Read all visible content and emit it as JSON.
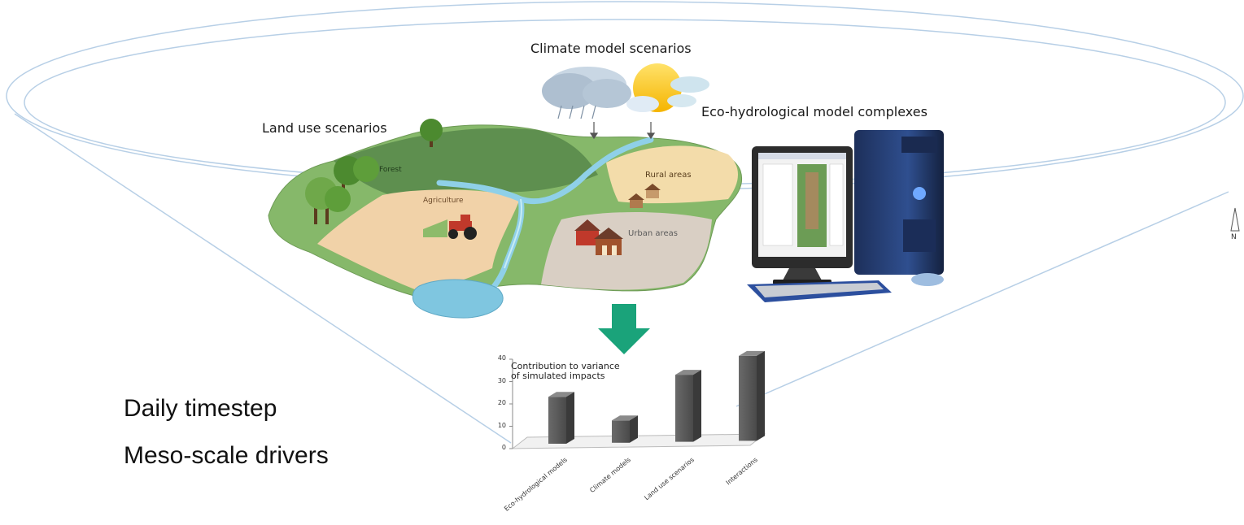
{
  "labels": {
    "climate": "Climate model scenarios",
    "land_use": "Land use scenarios",
    "eco_hydro": "Eco-hydrological model complexes",
    "daily": "Daily timestep",
    "meso": "Meso-scale drivers",
    "north": "N"
  },
  "map_labels": {
    "forest": "Forest",
    "agriculture": "Agriculture",
    "rural": "Rural areas",
    "urban": "Urban areas"
  },
  "colors": {
    "ellipse": "#aac6e0",
    "forest_dark": "#5d8f4e",
    "forest_light": "#8dbb6a",
    "agriculture": "#f1d2a8",
    "rural": "#f3dcaa",
    "urban": "#d9cfc4",
    "water": "#7fc6e0",
    "arrow": "#1aa37a",
    "bar": "#595959"
  },
  "chart_data": {
    "type": "bar",
    "title": "Contribution to variance\nof simulated impacts",
    "categories": [
      "Eco-hydrological models",
      "Climate models",
      "Land use scenarios",
      "Interactions"
    ],
    "values": [
      21,
      10,
      30,
      38
    ],
    "ylim": [
      0,
      40
    ],
    "yticks": [
      0,
      10,
      20,
      30,
      40
    ]
  }
}
